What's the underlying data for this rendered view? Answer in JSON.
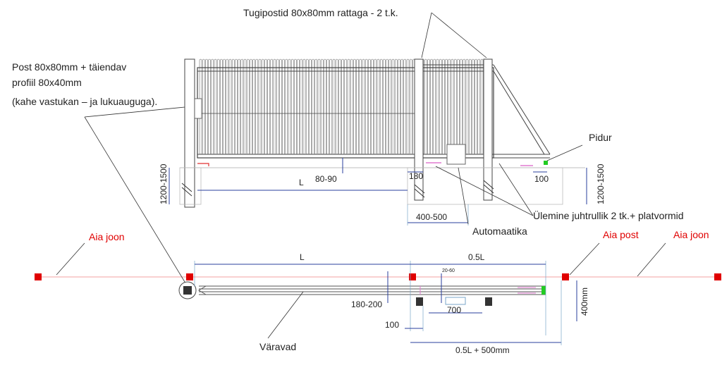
{
  "labels": {
    "support_posts": "Tugipostid 80x80mm rattaga - 2 t.k.",
    "post_line1": "Post 80x80mm + täiendav",
    "post_line2": "profiil 80x40mm",
    "post_line3": "(kahe vastukan – ja lukuauguga).",
    "brake": "Pidur",
    "top_guide": "Ülemine juhtrullik 2 tk.+ platvormid",
    "automation": "Automaatika",
    "fence_line_left": "Aia joon",
    "fence_post": "Aia post",
    "fence_line_right": "Aia joon",
    "gates": "Väravad"
  },
  "dimensions": {
    "height_left": "1200-1500",
    "height_right": "1200-1500",
    "ground_gap": "80-90",
    "elev_L": "L",
    "post_offset": "180",
    "brake_offset": "100",
    "foundation": "400-500",
    "plan_L": "L",
    "plan_half_L": "0.5L",
    "small_gap": "20-60",
    "rail_offset": "180-200",
    "motor_width": "700",
    "plan_100": "100",
    "depth": "400mm",
    "total": "0.5L + 500mm"
  },
  "colors": {
    "fence_red": "#e00000",
    "dimension_blue": "#2a3f9e",
    "brake_green": "#22cc22",
    "post_dark": "#333333"
  }
}
